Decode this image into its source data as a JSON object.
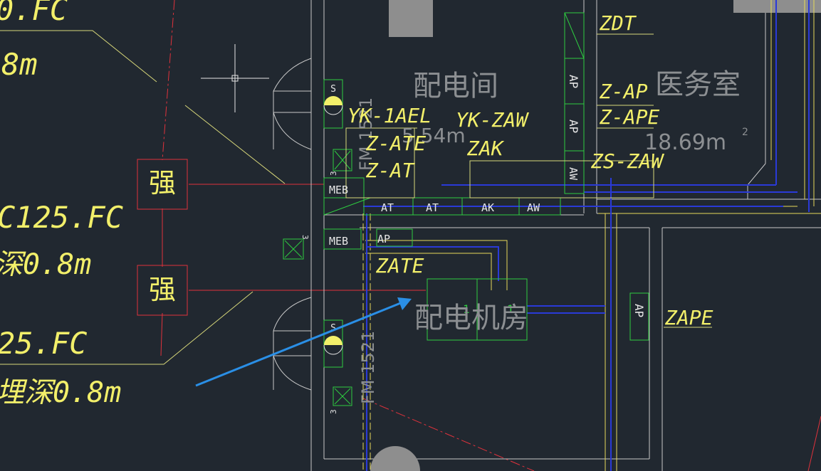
{
  "viewport": {
    "width": 1153,
    "height": 662
  },
  "colors": {
    "background": "#212830",
    "wall": "#c9c9c9",
    "cable_yellow": "#e6d95a",
    "green": "#2ecc40",
    "red": "#e0323c",
    "blue": "#2a3ad8",
    "arrow": "#2a8fe6",
    "text_yellow": "#f2ef6a",
    "text_gray": "#8c8f92"
  },
  "left_labels": {
    "top_cut": "0.FC",
    "top_depth": "8m",
    "mid_spec": "C125.FC",
    "mid_depth": "深0.8m",
    "bottom_spec": "25.FC",
    "bottom_depth": "埋深0.8m"
  },
  "strong_marks": [
    "强",
    "强"
  ],
  "cable_labels": {
    "yk_1ael": "YK-1AEL",
    "z_ate": "Z-ATE",
    "z_at": "Z-AT",
    "yk_zaw": "YK-ZAW",
    "zak": "ZAK",
    "zdt": "ZDT",
    "z_ap": "Z-AP",
    "z_ape": "Z-APE",
    "zs_zaw": "ZS-ZAW",
    "zate": "ZATE",
    "zape": "ZAPE"
  },
  "rooms": {
    "power_room": "配电间",
    "power_room_area": "5.54m",
    "medical_office": "医务室",
    "medical_area": "18.69m",
    "area_superscript": "2",
    "machine_room": "配电机房"
  },
  "box_labels": {
    "meb_1": "MEB",
    "meb_2": "MEB",
    "at_1": "AT",
    "at_2": "AT",
    "ak": "AK",
    "aw": "AW",
    "ap_small": "AP",
    "ap_1": "AP",
    "ap_2": "AP",
    "aw_vertical": "AW",
    "ap_right": "AP",
    "machine_1": "1",
    "machine_2": "1"
  },
  "symbols": {
    "s1": "S",
    "s2": "S",
    "fan_num_1": "3",
    "fan_num_2": "3",
    "fan_num_3": "3",
    "door_code_1": "FM 1521",
    "door_code_2": "FM 1521"
  }
}
